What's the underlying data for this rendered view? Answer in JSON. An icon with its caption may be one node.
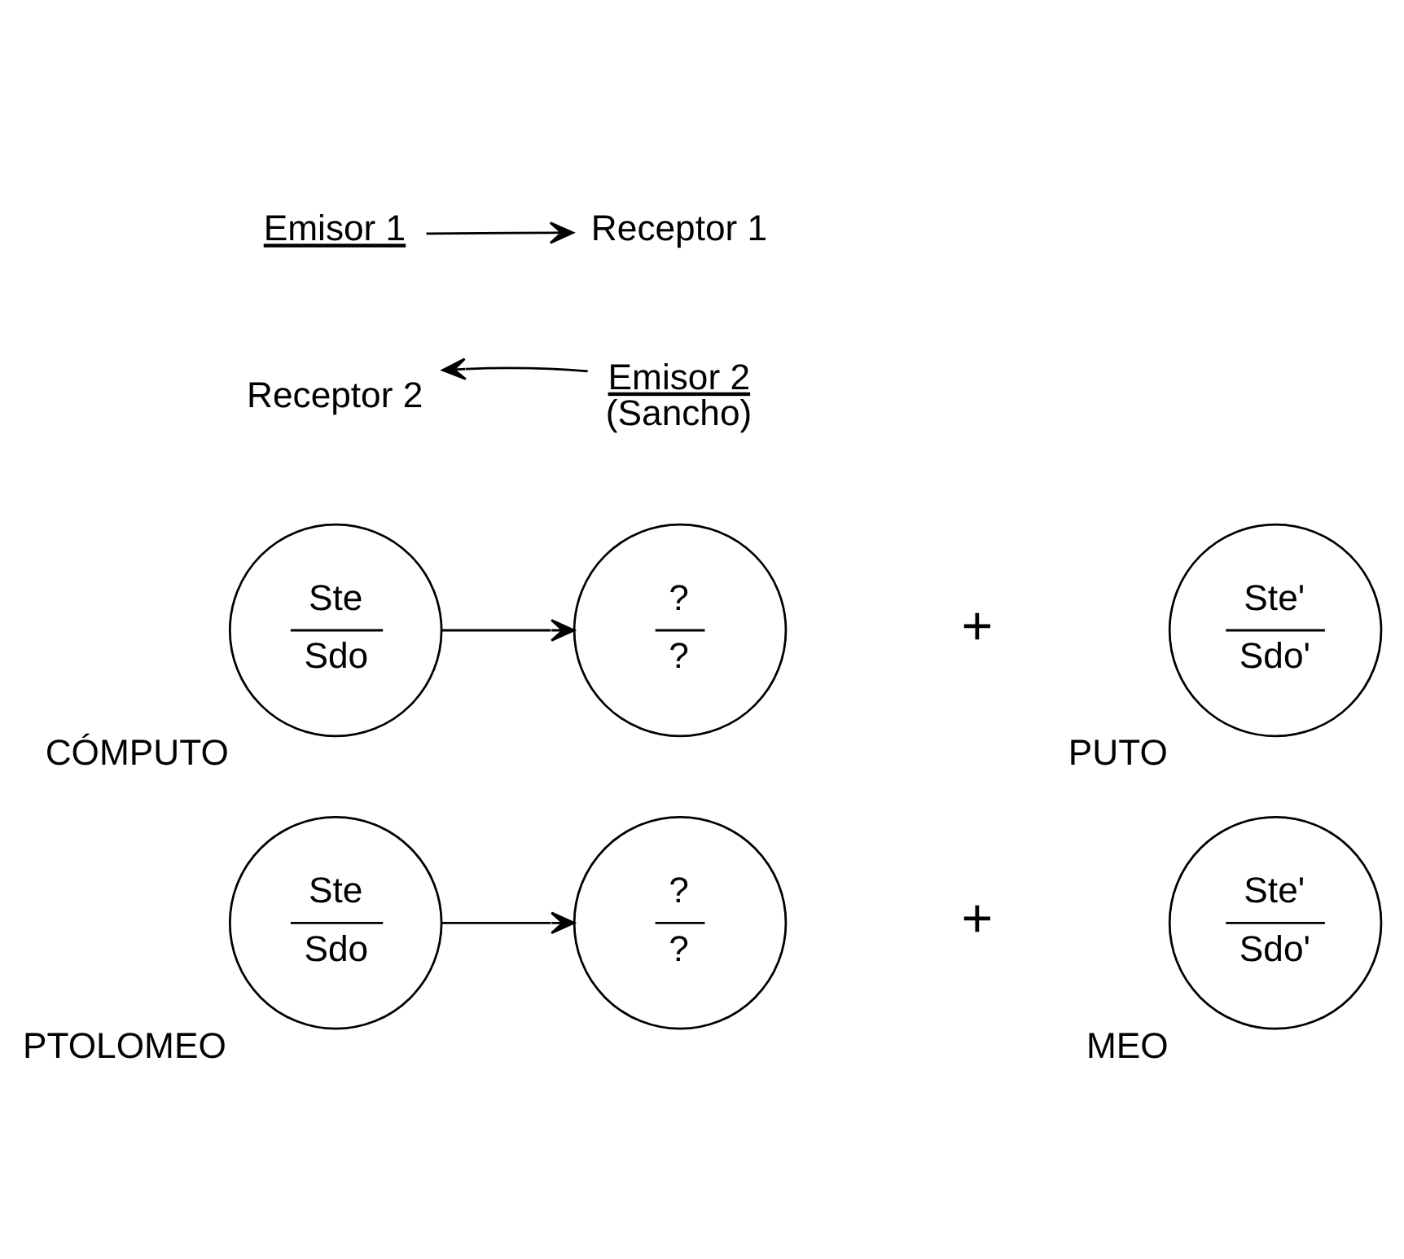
{
  "diagram": {
    "nodes": [
      {
        "text": [
          "Emisor 1"
        ]
      },
      {
        "text": [
          "Receptor 1"
        ]
      },
      {
        "text": [
          "Receptor 2"
        ]
      },
      {
        "text": [
          "Emisor 2",
          "(Sancho)"
        ]
      },
      {
        "text": [
          "Ste",
          "Sdo"
        ],
        "beside": [
          "CÓMPUTO"
        ]
      },
      {
        "text": [
          "?",
          "?"
        ]
      },
      {
        "text": [
          "Ste'",
          "Sdo'"
        ],
        "beside": [
          "PUTO"
        ]
      },
      {
        "text": [
          "Ste",
          "Sdo"
        ],
        "beside": [
          "PTOLOMEO"
        ]
      },
      {
        "text": [
          "?",
          "?"
        ]
      },
      {
        "text": [
          "Ste'",
          "Sdo'"
        ],
        "beside": [
          "MEO"
        ]
      }
    ],
    "edges": [
      {
        "from": 0,
        "to": 1,
        "arrow": "to"
      },
      {
        "from": 3,
        "to": 2,
        "arrow": "to"
      },
      {
        "from": 4,
        "to": 5,
        "arrow": "to"
      },
      {
        "from": 7,
        "to": 8,
        "arrow": "to"
      }
    ],
    "labels": [
      "+",
      "+"
    ]
  }
}
